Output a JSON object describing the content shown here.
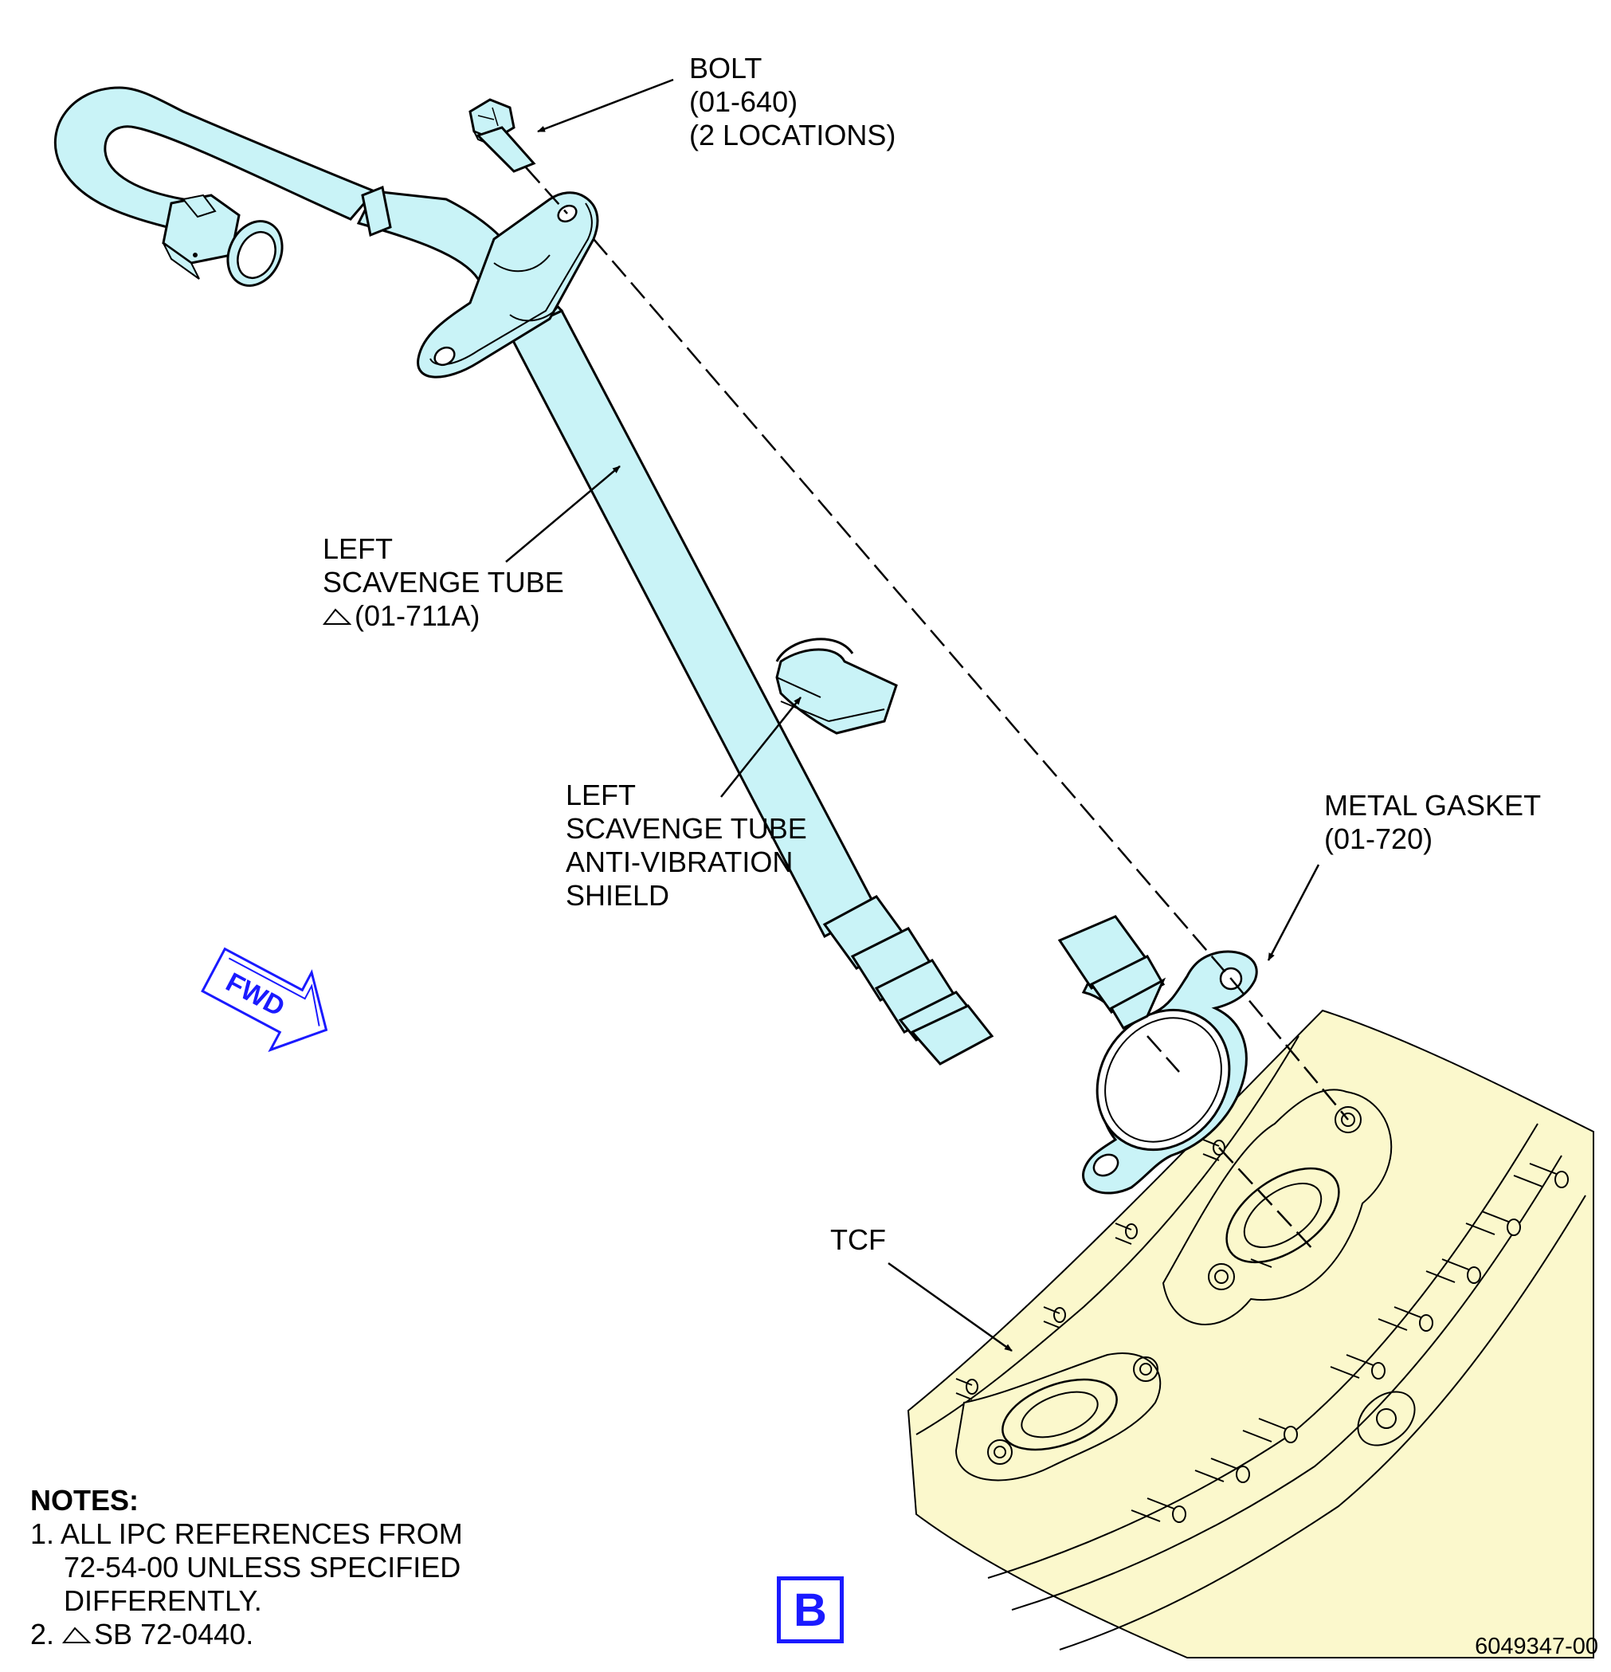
{
  "labels": {
    "bolt": [
      "BOLT",
      "(01-640)",
      "(2 LOCATIONS)"
    ],
    "scavenge_tube": [
      "LEFT",
      "SCAVENGE TUBE",
      "(01-711A)"
    ],
    "shield": [
      "LEFT",
      "SCAVENGE TUBE",
      "ANTI-VIBRATION",
      "SHIELD"
    ],
    "gasket": [
      "METAL GASKET",
      "(01-720)"
    ],
    "tcf": "TCF"
  },
  "fwd_label": "FWD",
  "notes": {
    "title": "NOTES:",
    "note1": [
      "1. ALL IPC REFERENCES FROM",
      "72-54-00 UNLESS SPECIFIED",
      "DIFFERENTLY."
    ],
    "note2_prefix": "2.",
    "note2_text": "SB 72-0440."
  },
  "view_letter": "B",
  "figure_number": "6049347-00",
  "colors": {
    "tube_fill": "#c9f3f7",
    "frame_fill": "#fbf8cc",
    "accent_blue": "#1a1aff",
    "line": "#000000"
  }
}
